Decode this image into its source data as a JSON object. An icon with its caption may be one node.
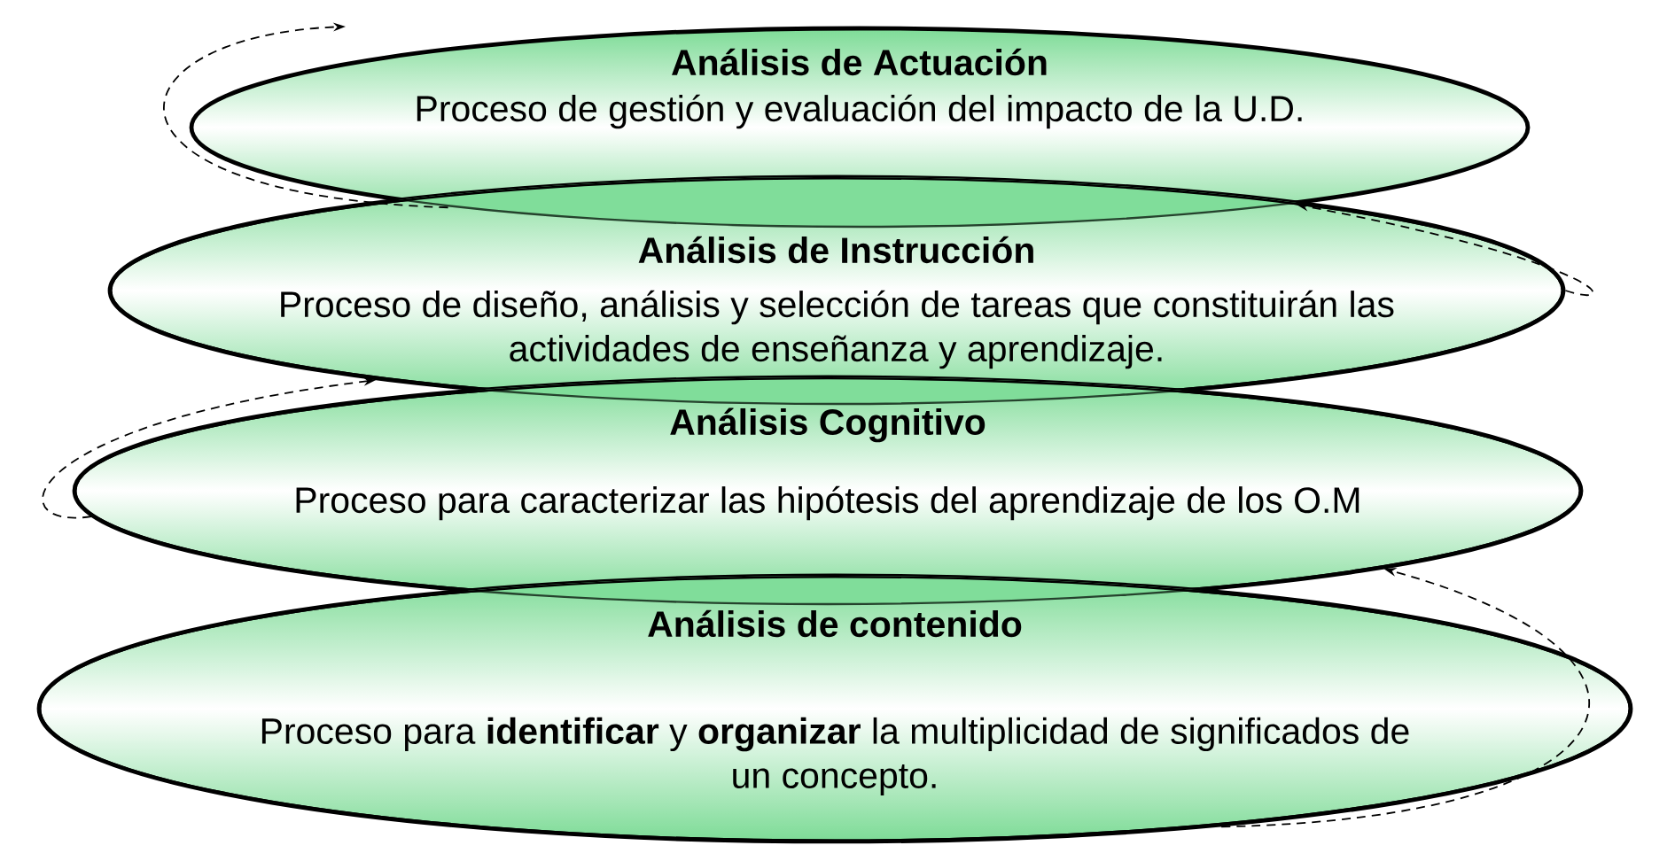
{
  "diagram": {
    "nodes": [
      {
        "text": [
          "Análisis de Actuación",
          "Proceso de gestión y evaluación del impacto de la U.D."
        ]
      },
      {
        "text": [
          "Análisis de Instrucción",
          "Proceso de diseño, análisis y selección de tareas que constituirán las actividades de enseñanza y aprendizaje."
        ]
      },
      {
        "text": [
          "Análisis Cognitivo",
          "Proceso para caracterizar las hipótesis del aprendizaje de los O.M"
        ]
      },
      {
        "text": [
          "Análisis de contenido",
          "Proceso para **identificar** y **organizar** la multiplicidad de significados de un concepto."
        ]
      }
    ],
    "edges": [
      {
        "from": 3,
        "to": 2,
        "arrow": "to",
        "style": "dashed"
      },
      {
        "from": 2,
        "to": 1,
        "arrow": "to",
        "style": "dashed"
      },
      {
        "from": 1,
        "to": 0,
        "arrow": "to",
        "style": "dashed"
      },
      {
        "from": 0,
        "to": null,
        "arrow": "to",
        "style": "dashed"
      }
    ]
  }
}
